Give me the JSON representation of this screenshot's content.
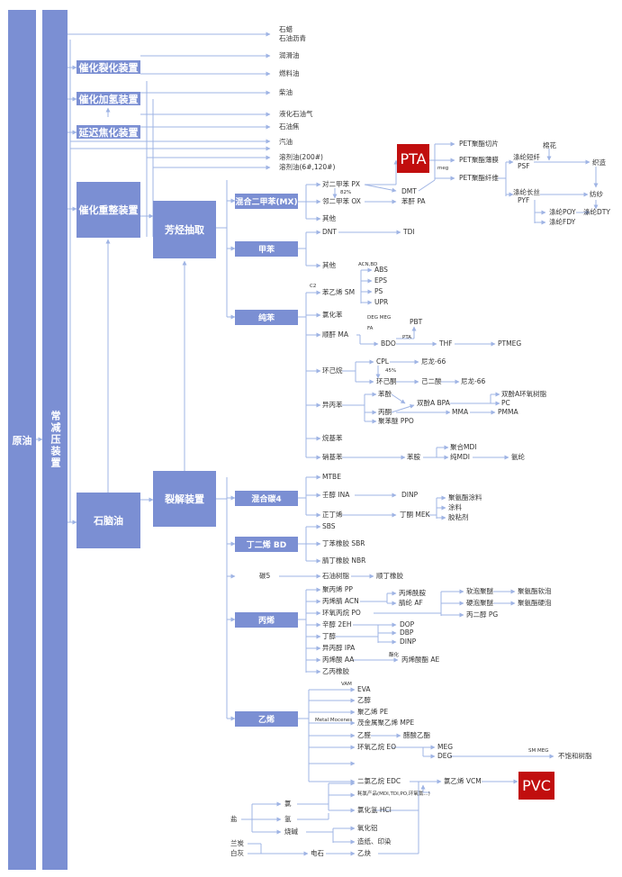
{
  "left": {
    "crude_oil": "原油",
    "cdu": "常减压装置"
  },
  "units": {
    "fcc": "催化裂化装置",
    "hydro": "催化加氢装置",
    "coking": "延迟焦化装置",
    "reformer": "催化重整装置",
    "aromatics": "芳烃抽取",
    "naphtha": "石脑油",
    "cracking": "裂解装置"
  },
  "products": {
    "wax": "石蜡",
    "asphalt": "石油沥青",
    "lube": "润滑油",
    "fuel": "燃料油",
    "diesel": "柴油",
    "lpg": "液化石油气",
    "coke": "石油焦",
    "gasoline": "汽油",
    "solvent1": "溶剂油(200#)",
    "solvent2": "溶剂油(6#,120#)"
  },
  "groups": {
    "mx": "混合二甲苯(MX)",
    "toluene": "甲苯",
    "benzene": "纯苯",
    "c4": "混合碳4",
    "butadiene": "丁二烯 BD",
    "c5": "碳5",
    "propylene": "丙烯",
    "ethylene": "乙烯"
  },
  "big": {
    "pta": "PTA",
    "pvc": "PVC"
  },
  "mx_chain": {
    "px": "对二甲苯 PX",
    "ox": "邻二甲苯 OX",
    "other": "其他",
    "pct82": "82%",
    "dmt": "DMT",
    "pa": "苯酐 PA",
    "meg": "meg",
    "pet_chip": "PET聚酯切片",
    "pet_film": "PET聚酯薄膜",
    "pet_fiber": "PET聚酯纤维",
    "psf_l1": "涤纶短纤",
    "psf_l2": "PSF",
    "cotton": "棉花",
    "weave": "织造",
    "spin": "纺纱",
    "pyf_l1": "涤纶长丝",
    "pyf_l2": "PYF",
    "poy": "涤纶POY",
    "dty": "涤纶DTY",
    "fdy": "涤纶FDY"
  },
  "toluene_chain": {
    "dnt": "DNT",
    "tdi": "TDI",
    "other": "其他"
  },
  "benzene_chain": {
    "c2": "C2",
    "sm": "苯乙烯 SM",
    "acn_bd": "ACN,BD",
    "abs": "ABS",
    "eps": "EPS",
    "ps": "PS",
    "upr": "UPR",
    "clbz": "氯化苯",
    "ma": "顺酐 MA",
    "deg_meg": "DEG  MEG",
    "fa": "FA",
    "pta_s": "PTA",
    "pbt": "PBT",
    "bdo": "BDO",
    "thf": "THF",
    "ptmeg": "PTMEG",
    "cyclohexane": "环己烷",
    "cpl": "CPL",
    "nylon1": "尼龙-66",
    "pct45": "45%",
    "cyclohexanone": "环己酮",
    "adipic": "己二酸",
    "nylon2": "尼龙-66",
    "cumene": "异丙苯",
    "phenol": "苯酚",
    "acetone": "丙酮",
    "bpa": "双酚A BPA",
    "epoxy": "双酚A环氧树脂",
    "pc": "PC",
    "mma": "MMA",
    "pmma": "PMMA",
    "ppo": "聚苯醚 PPO",
    "lab": "烷基苯",
    "nitro": "硝基苯",
    "aniline": "苯胺",
    "pmdi": "聚合MDI",
    "mdi": "纯MDI",
    "spandex": "氨纶"
  },
  "c4_chain": {
    "mtbe": "MTBE",
    "ina": "壬醇 INA",
    "dinp": "DINP",
    "nbut": "正丁烯",
    "mek": "丁酮 MEK",
    "pu_paint": "聚氨酯涂料",
    "paint": "涂料",
    "adhesive": "胶粘剂"
  },
  "bd_chain": {
    "sbs": "SBS",
    "sbr": "丁苯橡胶 SBR",
    "nbr": "腈丁橡胶 NBR"
  },
  "c5_chain": {
    "resin": "石油树脂",
    "br": "顺丁橡胶"
  },
  "pp_chain": {
    "pp": "聚丙烯 PP",
    "acn": "丙烯腈 ACN",
    "acrylamide": "丙烯酰胺",
    "af": "腈纶 AF",
    "po": "环氧丙烷 PO",
    "soft_ether": "软泡聚醚",
    "hard_ether": "硬泡聚醚",
    "pu_soft": "聚氨酯软泡",
    "pu_hard": "聚氨酯硬泡",
    "pg": "丙二醇 PG",
    "eh": "辛醇 2EH",
    "butanol": "丁醇",
    "dop": "DOP",
    "dbp": "DBP",
    "dinp": "DINP",
    "ipa": "异丙醇 IPA",
    "aa": "丙烯酸 AA",
    "ester_s": "酯化",
    "ae": "丙烯酸酯 AE",
    "epr": "乙丙橡胶"
  },
  "eth_chain": {
    "vam": "VAM",
    "eva": "EVA",
    "ethanol": "乙醇",
    "pe": "聚乙烯 PE",
    "metal": "Metal Mocenes",
    "mpe": "茂金属聚乙烯 MPE",
    "ethanal": "乙醛",
    "acetate": "醋酸乙酯",
    "eo": "环氧乙烷 EO",
    "meg": "MEG",
    "deg": "DEG",
    "sm_meg": "SM  MEG",
    "unsat": "不饱和树脂",
    "edc": "二氯乙烷 EDC",
    "vcm": "氯乙烯 VCM",
    "tdi_by": "耗氯产品(MDI,TDI,PO,环氧氯...)"
  },
  "salt_chain": {
    "salt": "盐",
    "cl2": "氯",
    "h2": "氢",
    "naoh": "烧碱",
    "hcl": "氯化氢 HCl",
    "alumina": "氧化铝",
    "paper": "造纸、印染",
    "coke": "兰炭",
    "lime": "白灰",
    "carbide": "电石",
    "acetylene": "乙炔"
  }
}
